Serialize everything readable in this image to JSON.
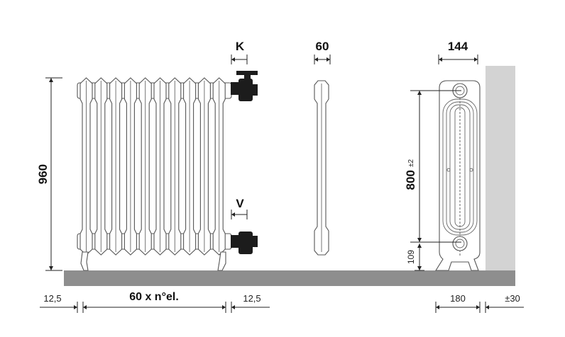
{
  "labels": {
    "height_total": "960",
    "valve_top": "K",
    "valve_bottom": "V",
    "section_width": "60",
    "depth": "144",
    "center_distance": "800",
    "center_tolerance": "±2",
    "foot_height": "109",
    "left_margin": "12,5",
    "length_formula": "60 x n°el.",
    "right_margin": "12,5",
    "wall_offset": "180",
    "wall_tolerance": "±30"
  },
  "colors": {
    "floor": "#8e8e8e",
    "wall": "#d3d3d3",
    "valve": "#1c1c1c",
    "outline": "#555555"
  },
  "radiator": {
    "elements_shown": 10
  }
}
